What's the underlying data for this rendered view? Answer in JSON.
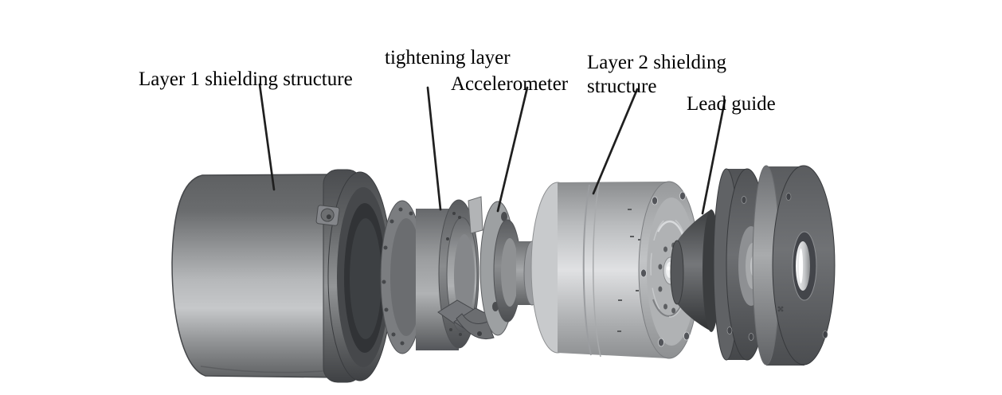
{
  "figure": {
    "background": "#ffffff",
    "text_color": "#000000",
    "leader_line_color": "#1f1f1f",
    "labels": {
      "layer1": "Layer 1 shielding structure",
      "tightening": "tightening layer",
      "accelerometer": "Accelerometer",
      "layer2_line1": "Layer 2 shielding",
      "layer2_line2": "structure",
      "lead_guide": "Lead guide"
    },
    "parts": [
      "Layer 1 shielding structure",
      "tightening layer",
      "Accelerometer",
      "Layer 2 shielding structure",
      "Lead guide"
    ],
    "palette": {
      "layer1_metal": "#9fa1a3",
      "layer2_metal": "#d9dadc",
      "mid_metal": "#8f9193",
      "dark_metal": "#55575a",
      "deep_shadow": "#313336",
      "highlight": "#ffffff"
    }
  }
}
